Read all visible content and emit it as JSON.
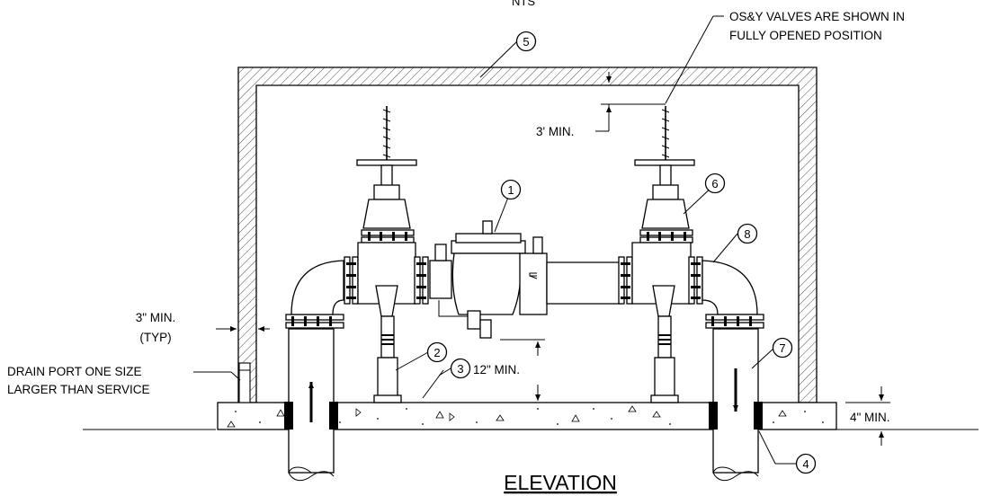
{
  "header": {
    "scale_note": "NTS"
  },
  "title": "ELEVATION",
  "notes": {
    "osy_line1": "OS&Y VALVES ARE SHOWN IN",
    "osy_line2": "FULLY OPENED POSITION",
    "clear_top": "3' MIN.",
    "clear_side_1": "3\" MIN.",
    "clear_side_2": "(TYP)",
    "drain_1": "DRAIN PORT ONE SIZE",
    "drain_2": "LARGER THAN SERVICE",
    "clear_floor": "12\" MIN.",
    "pad_thickness": "4\" MIN."
  },
  "callouts": [
    "1",
    "2",
    "3",
    "4",
    "5",
    "6",
    "7",
    "8"
  ]
}
